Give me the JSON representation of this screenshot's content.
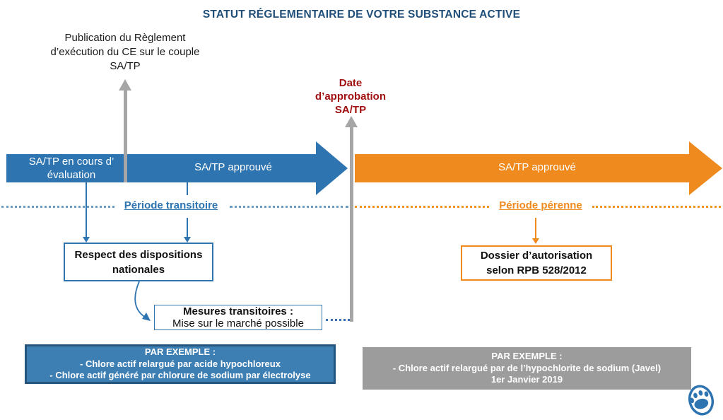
{
  "title": "STATUT RÉGLEMENTAIRE DE VOTRE SUBSTANCE ACTIVE",
  "annotations": {
    "publication": "Publication du Règlement\nd’exécution du CE sur le couple\nSA/TP",
    "approval_date": "Date\nd’approbation\nSA/TP"
  },
  "timeline": {
    "blue_segment_1": "SA/TP en cours d’\névaluation",
    "blue_segment_2": "SA/TP approuvé",
    "orange_segment": "SA/TP approuvé"
  },
  "periods": {
    "transitional": "Période transitoire",
    "permanent": "Période pérenne"
  },
  "boxes": {
    "national": "Respect des dispositions\nnationales",
    "transitional_title": "Mesures transitoires :",
    "transitional_body": "Mise sur le marché possible",
    "dossier": "Dossier d’autorisation\nselon RPB 528/2012"
  },
  "examples": {
    "blue": {
      "heading": "PAR EXEMPLE :",
      "line1": "- Chlore actif relargué par acide hypochloreux",
      "line2": "- Chlore actif généré par chlorure de sodium par électrolyse"
    },
    "gray": {
      "heading": "PAR EXEMPLE :",
      "line1": "- Chlore actif relargué par de l’hypochlorite de sodium (Javel)",
      "line2": "1er Janvier 2019"
    }
  },
  "colors": {
    "blue": "#2E74B0",
    "orange": "#EF8A1E",
    "navy": "#1F4E79",
    "red": "#A00F0F",
    "gray_arrow": "#A6A6A6"
  },
  "logo": "paw-icon"
}
